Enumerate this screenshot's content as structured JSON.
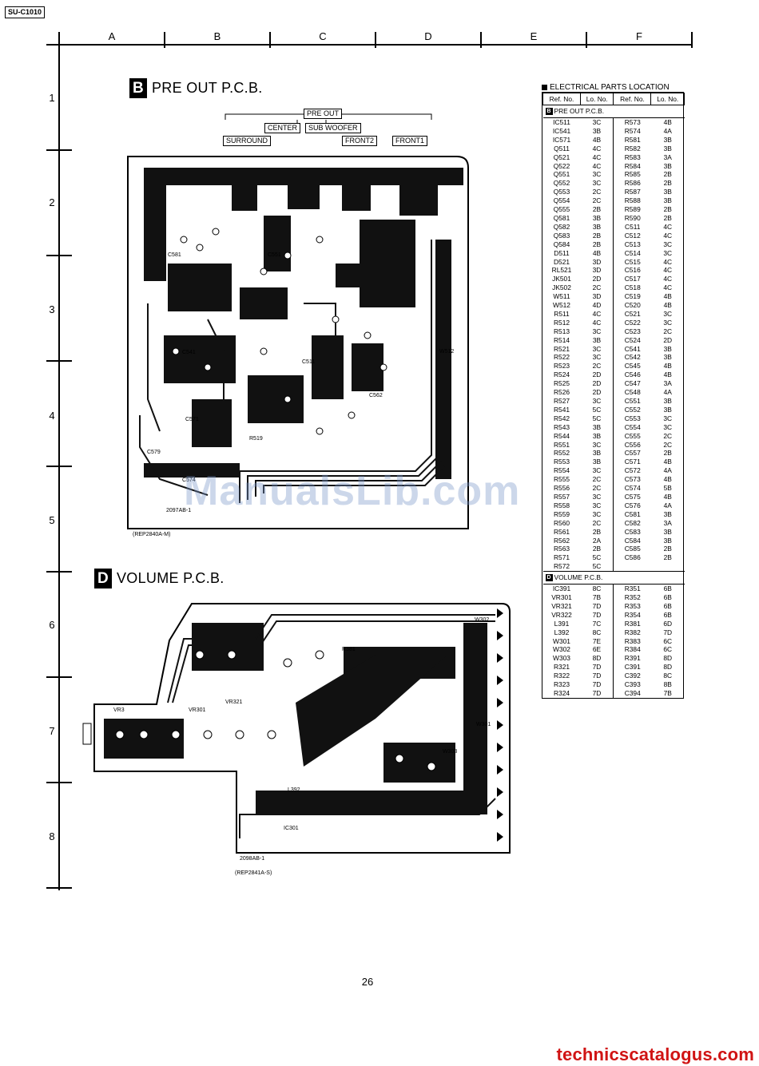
{
  "header": {
    "model_tag": "SU-C1010"
  },
  "grid": {
    "columns": [
      "A",
      "B",
      "C",
      "D",
      "E",
      "F"
    ],
    "rows": [
      "1",
      "2",
      "3",
      "4",
      "5",
      "6",
      "7",
      "8"
    ]
  },
  "pre_out_board": {
    "section_letter": "B",
    "title": "PRE OUT P.C.B.",
    "connector_group": "PRE OUT",
    "connectors": [
      "CENTER",
      "SUB WOOFER",
      "SURROUND",
      "FRONT2",
      "FRONT1"
    ],
    "board_code": "2097AB-1",
    "part_number": "(REP2840A-M)",
    "silkscreen": [
      "C579",
      "C574",
      "C571",
      "C541",
      "R519",
      "C511",
      "C562",
      "W512",
      "C581",
      "C551"
    ]
  },
  "volume_board": {
    "section_letter": "D",
    "title": "VOLUME P.C.B.",
    "board_code": "2098AB-1",
    "part_number": "(REP2841A-S)",
    "silkscreen": [
      "W302",
      "R381",
      "VR3",
      "VR301",
      "VR321",
      "W303",
      "L392",
      "IC301",
      "W301"
    ]
  },
  "parts_location": {
    "title": "ELECTRICAL PARTS LOCATION",
    "headers": [
      "Ref. No.",
      "Lo. No.",
      "Ref. No.",
      "Lo. No."
    ],
    "sections": [
      {
        "letter": "B",
        "label": "PRE OUT P.C.B.",
        "rows": [
          [
            "IC511",
            "3C",
            "R573",
            "4B"
          ],
          [
            "IC541",
            "3B",
            "R574",
            "4A"
          ],
          [
            "IC571",
            "4B",
            "R581",
            "3B"
          ],
          [
            "Q511",
            "4C",
            "R582",
            "3B"
          ],
          [
            "Q521",
            "4C",
            "R583",
            "3A"
          ],
          [
            "Q522",
            "4C",
            "R584",
            "3B"
          ],
          [
            "Q551",
            "3C",
            "R585",
            "2B"
          ],
          [
            "Q552",
            "3C",
            "R586",
            "2B"
          ],
          [
            "Q553",
            "2C",
            "R587",
            "3B"
          ],
          [
            "Q554",
            "2C",
            "R588",
            "3B"
          ],
          [
            "Q555",
            "2B",
            "R589",
            "2B"
          ],
          [
            "Q581",
            "3B",
            "R590",
            "2B"
          ],
          [
            "Q582",
            "3B",
            "C511",
            "4C"
          ],
          [
            "Q583",
            "2B",
            "C512",
            "4C"
          ],
          [
            "Q584",
            "2B",
            "C513",
            "3C"
          ],
          [
            "D511",
            "4B",
            "C514",
            "3C"
          ],
          [
            "D521",
            "3D",
            "C515",
            "4C"
          ],
          [
            "RL521",
            "3D",
            "C516",
            "4C"
          ],
          [
            "JK501",
            "2D",
            "C517",
            "4C"
          ],
          [
            "JK502",
            "2C",
            "C518",
            "4C"
          ],
          [
            "W511",
            "3D",
            "C519",
            "4B"
          ],
          [
            "W512",
            "4D",
            "C520",
            "4B"
          ],
          [
            "R511",
            "4C",
            "C521",
            "3C"
          ],
          [
            "R512",
            "4C",
            "C522",
            "3C"
          ],
          [
            "R513",
            "3C",
            "C523",
            "2C"
          ],
          [
            "R514",
            "3B",
            "C524",
            "2D"
          ],
          [
            "R521",
            "3C",
            "C541",
            "3B"
          ],
          [
            "R522",
            "3C",
            "C542",
            "3B"
          ],
          [
            "R523",
            "2C",
            "C545",
            "4B"
          ],
          [
            "R524",
            "2D",
            "C546",
            "4B"
          ],
          [
            "R525",
            "2D",
            "C547",
            "3A"
          ],
          [
            "R526",
            "2D",
            "C548",
            "4A"
          ],
          [
            "R527",
            "3C",
            "C551",
            "3B"
          ],
          [
            "R541",
            "5C",
            "C552",
            "3B"
          ],
          [
            "R542",
            "5C",
            "C553",
            "3C"
          ],
          [
            "R543",
            "3B",
            "C554",
            "3C"
          ],
          [
            "R544",
            "3B",
            "C555",
            "2C"
          ],
          [
            "R551",
            "3C",
            "C556",
            "2C"
          ],
          [
            "R552",
            "3B",
            "C557",
            "2B"
          ],
          [
            "R553",
            "3B",
            "C571",
            "4B"
          ],
          [
            "R554",
            "3C",
            "C572",
            "4A"
          ],
          [
            "R555",
            "2C",
            "C573",
            "4B"
          ],
          [
            "R556",
            "2C",
            "C574",
            "5B"
          ],
          [
            "R557",
            "3C",
            "C575",
            "4B"
          ],
          [
            "R558",
            "3C",
            "C576",
            "4A"
          ],
          [
            "R559",
            "3C",
            "C581",
            "3B"
          ],
          [
            "R560",
            "2C",
            "C582",
            "3A"
          ],
          [
            "R561",
            "2B",
            "C583",
            "3B"
          ],
          [
            "R562",
            "2A",
            "C584",
            "3B"
          ],
          [
            "R563",
            "2B",
            "C585",
            "2B"
          ],
          [
            "R571",
            "5C",
            "C586",
            "2B"
          ],
          [
            "R572",
            "5C",
            "",
            ""
          ]
        ]
      },
      {
        "letter": "D",
        "label": "VOLUME P.C.B.",
        "rows": [
          [
            "IC391",
            "8C",
            "R351",
            "6B"
          ],
          [
            "VR301",
            "7B",
            "R352",
            "6B"
          ],
          [
            "VR321",
            "7D",
            "R353",
            "6B"
          ],
          [
            "VR322",
            "7D",
            "R354",
            "6B"
          ],
          [
            "L391",
            "7C",
            "R381",
            "6D"
          ],
          [
            "L392",
            "8C",
            "R382",
            "7D"
          ],
          [
            "W301",
            "7E",
            "R383",
            "6C"
          ],
          [
            "W302",
            "6E",
            "R384",
            "6C"
          ],
          [
            "W303",
            "8D",
            "R391",
            "8D"
          ],
          [
            "R321",
            "7D",
            "C391",
            "8D"
          ],
          [
            "R322",
            "7D",
            "C392",
            "8C"
          ],
          [
            "R323",
            "7D",
            "C393",
            "8B"
          ],
          [
            "R324",
            "7D",
            "C394",
            "7B"
          ]
        ]
      }
    ]
  },
  "footer": {
    "page_number": "26",
    "watermark": "ManualsLib.com",
    "brand_url": "technicscatalogus.com"
  }
}
